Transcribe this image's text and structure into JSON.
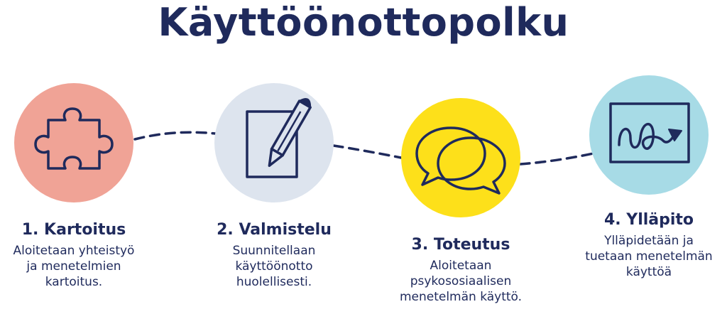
{
  "title": "Käyttöönottopolku",
  "colors": {
    "navy": "#1f2a5c",
    "step1": "#f0a396",
    "step2": "#dde4ee",
    "step3": "#fde01a",
    "step4": "#a7dbe6"
  },
  "steps": [
    {
      "title": "1. Kartoitus",
      "icon": "puzzle-piece-icon",
      "desc": [
        "Aloitetaan yhteistyö",
        "ja menetelmien",
        "kartoitus."
      ]
    },
    {
      "title": "2. Valmistelu",
      "icon": "pencil-paper-icon",
      "desc": [
        "Suunnitellaan",
        "käyttöönotto",
        "huolellisesti."
      ]
    },
    {
      "title": "3. Toteutus",
      "icon": "speech-bubbles-icon",
      "desc": [
        "Aloitetaan",
        "psykososiaalisen",
        "menetelmän käyttö."
      ]
    },
    {
      "title": "4. Ylläpito",
      "icon": "scribble-arrow-icon",
      "desc": [
        "Ylläpidetään ja",
        "tuetaan menetelmän",
        "käyttöä"
      ]
    }
  ]
}
